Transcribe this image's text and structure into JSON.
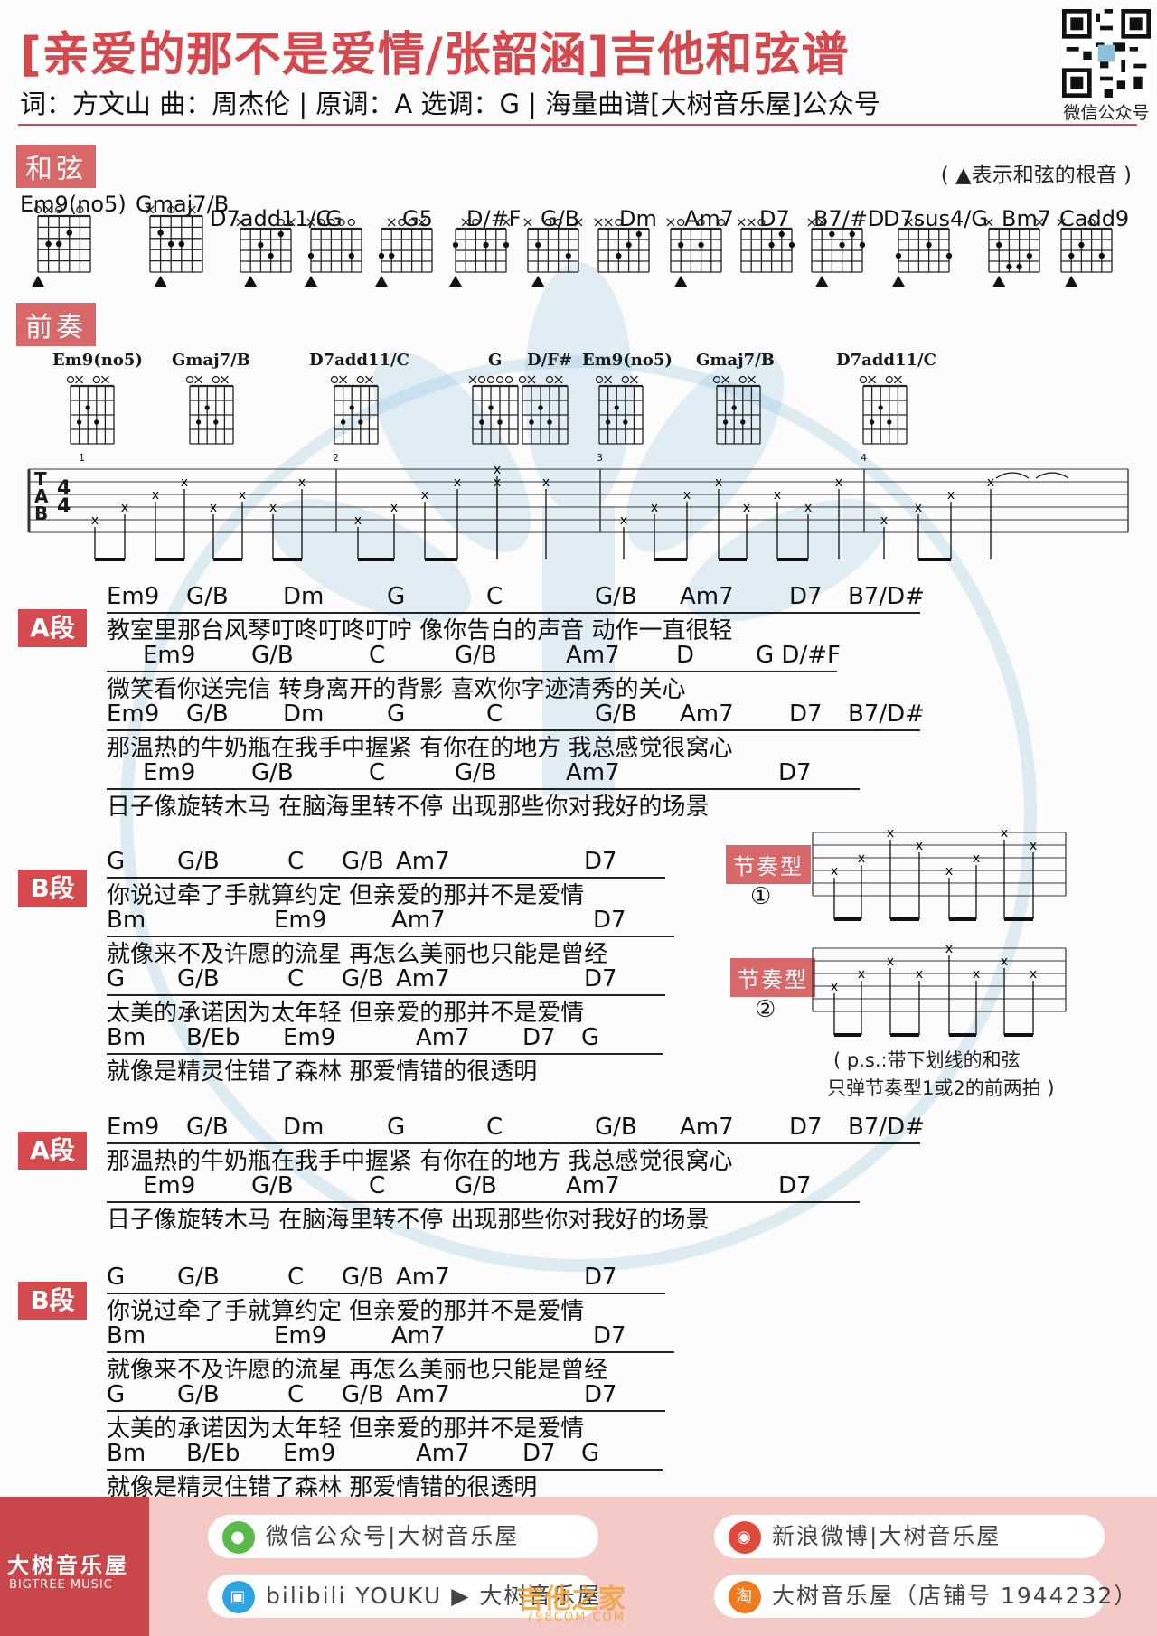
{
  "header": {
    "title": "[亲爱的那不是爱情/张韶涵]吉他和弦谱",
    "credits": "词：方文山  曲：周杰伦 | 原调：A  选调：G | 海量曲谱[大树音乐屋]公众号",
    "qr_label": "微信公众号"
  },
  "chords_section": {
    "tag": "和弦",
    "note": "( ▲表示和弦的根音 )",
    "names": [
      "Em9(no5)",
      "Gmaj7/B",
      "D7add11/C",
      "G",
      "G5",
      "D/#F",
      "G/B",
      "Dm",
      "Am7",
      "D7",
      "B7/#D",
      "D7sus4/G",
      "Bm7",
      "Cadd9"
    ]
  },
  "intro": {
    "tag": "前奏",
    "names": [
      "Em9(no5)",
      "Gmaj7/B",
      "D7add11/C",
      "G",
      "D/F#",
      "Em9(no5)",
      "Gmaj7/B",
      "D7add11/C"
    ],
    "tab_letters": [
      "T",
      "A",
      "B"
    ],
    "time_sig": [
      "4",
      "4"
    ],
    "measures": [
      "1",
      "2",
      "3",
      "4"
    ]
  },
  "sections": [
    {
      "tag": "A段",
      "lines": [
        {
          "chords": [
            "Em9",
            "G/B",
            "Dm",
            "G",
            "C",
            "G/B",
            "Am7",
            "D7",
            "B7/D#"
          ],
          "lyric": "教室里那台风琴叮咚叮咚叮咛   像你告白的声音  动作一直很轻"
        },
        {
          "chords": [
            "Em9",
            "G/B",
            "C",
            "G/B",
            "Am7",
            "D",
            "G D/#F"
          ],
          "lyric": "微笑看你送完信   转身离开的背影   喜欢你字迹清秀的关心"
        },
        {
          "chords": [
            "Em9",
            "G/B",
            "Dm",
            "G",
            "C",
            "G/B",
            "Am7",
            "D7",
            "B7/D#"
          ],
          "lyric": "那温热的牛奶瓶在我手中握紧   有你在的地方   我总感觉很窝心"
        },
        {
          "chords": [
            "Em9",
            "G/B",
            "C",
            "G/B",
            "Am7",
            "D7"
          ],
          "lyric": "日子像旋转木马   在脑海里转不停   出现那些你对我好的场景"
        }
      ]
    },
    {
      "tag": "B段",
      "lines": [
        {
          "chords": [
            "G",
            "G/B",
            "C",
            "G/B",
            "Am7",
            "D7"
          ],
          "lyric": "你说过牵了手就算约定     但亲爱的那并不是爱情"
        },
        {
          "chords": [
            "Bm",
            "Em9",
            "Am7",
            "D7"
          ],
          "lyric": "就像来不及许愿的流星     再怎么美丽也只能是曾经"
        },
        {
          "chords": [
            "G",
            "G/B",
            "C",
            "G/B",
            "Am7",
            "D7"
          ],
          "lyric": "太美的承诺因为太年轻     但亲爱的那并不是爱情"
        },
        {
          "chords": [
            "Bm",
            "B/Eb",
            "Em9",
            "Am7",
            "D7",
            "G"
          ],
          "lyric": "就像是精灵住错了森林     那爱情错的很透明"
        }
      ]
    },
    {
      "tag": "A段",
      "lines": [
        {
          "chords": [
            "Em9",
            "G/B",
            "Dm",
            "G",
            "C",
            "G/B",
            "Am7",
            "D7",
            "B7/D#"
          ],
          "lyric": "那温热的牛奶瓶在我手中握紧   有你在的地方   我总感觉很窝心"
        },
        {
          "chords": [
            "Em9",
            "G/B",
            "C",
            "G/B",
            "Am7",
            "D7"
          ],
          "lyric": "日子像旋转木马   在脑海里转不停   出现那些你对我好的场景"
        }
      ]
    },
    {
      "tag": "B段",
      "lines": [
        {
          "chords": [
            "G",
            "G/B",
            "C",
            "G/B",
            "Am7",
            "D7"
          ],
          "lyric": "你说过牵了手就算约定     但亲爱的那并不是爱情"
        },
        {
          "chords": [
            "Bm",
            "Em9",
            "Am7",
            "D7"
          ],
          "lyric": "就像来不及许愿的流星     再怎么美丽也只能是曾经"
        },
        {
          "chords": [
            "G",
            "G/B",
            "C",
            "G/B",
            "Am7",
            "D7"
          ],
          "lyric": "太美的承诺因为太年轻     但亲爱的那并不是爱情"
        },
        {
          "chords": [
            "Bm",
            "B/Eb",
            "Em9",
            "Am7",
            "D7",
            "G"
          ],
          "lyric": "就像是精灵住错了森林     那爱情错的很透明"
        }
      ]
    }
  ],
  "rhythm": {
    "tag": "节奏型",
    "labels": [
      "①",
      "②"
    ],
    "note_line1": "( p.s.:带下划线的和弦",
    "note_line2": "只弹节奏型1或2的前两拍 )"
  },
  "footer": {
    "brand": "大树音乐屋",
    "brand_sub": "BIGTREE MUSIC",
    "wechat": "微信公众号|大树音乐屋",
    "weibo": "新浪微博|大树音乐屋",
    "video": "bilibili YOUKU ▶ 大树音乐屋",
    "shop": "大树音乐屋（店铺号 1944232）",
    "site": "吉他之家",
    "site_url": "798COM.COM"
  },
  "colors": {
    "accent": "#d5484d",
    "tag_bg": "#d8676a",
    "footer_bg": "#f4c9c6",
    "watermark": "#7fb8d8"
  }
}
